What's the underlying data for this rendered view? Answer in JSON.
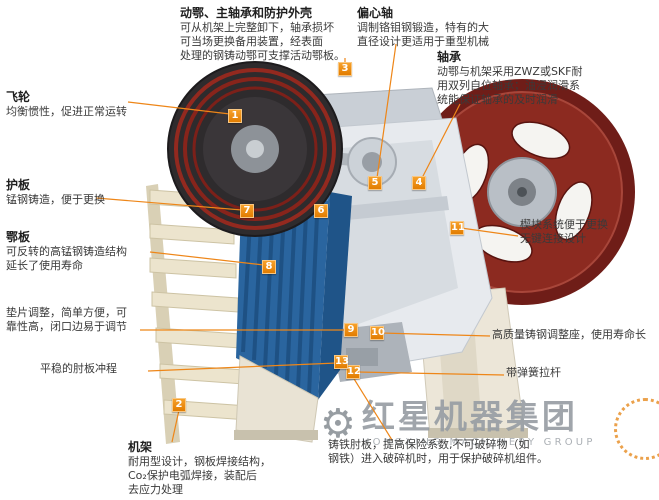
{
  "colors": {
    "accent_orange": "#ee8618",
    "callout_orange": "#e27c00",
    "flywheel_red": "#8c2a20",
    "jaw_blue": "#2a659f",
    "watermark_gray": "#989ea4",
    "text": "#3a3a3a"
  },
  "icons": {
    "gear": "⚙"
  },
  "annotations": {
    "moving_jaw": {
      "title": "动鄂、主轴承和防护外壳",
      "body": "可从机架上完整卸下，轴承损坏\n可当场更换备用装置，经表面\n处理的钢铸动鄂可支撑活动鄂板。"
    },
    "eccentric_shaft": {
      "title": "偏心轴",
      "body": "调制铬钼钢锻造，特有的大\n直径设计更适用于重型机械"
    },
    "bearing": {
      "title": "轴承",
      "body": "动鄂与机架采用ZWZ或SKF耐\n用双列自位轴承；油浸润滑系\n统能保证轴承的及时润滑"
    },
    "flywheel": {
      "title": "飞轮",
      "body": "均衡惯性，促进正常运转"
    },
    "guard_plate": {
      "title": "护板",
      "body": "锰钢铸造，便于更换"
    },
    "jaw_plate": {
      "title": "鄂板",
      "body": "可反转的高锰钢铸造结构\n延长了使用寿命"
    },
    "shim": {
      "body": "垫片调整，简单方便，可\n靠性高，闭口边易于调节"
    },
    "toggle_stroke": {
      "body": "平稳的肘板冲程"
    },
    "frame": {
      "title": "机架",
      "body": "耐用型设计，钢板焊接结构，\nCo₂保护电弧焊接，装配后\n去应力处理"
    },
    "wedge": {
      "body": "楔块系统便于更换\n无键连接设计"
    },
    "adjust_seat": {
      "body": "高质量铸钢调整座，使用寿命长"
    },
    "spring_rod": {
      "body": "带弹簧拉杆"
    },
    "toggle_plate": {
      "body": "铸铁肘板，提高保险系数,不可破碎物（如\n钢铁）进入破碎机时，用于保护破碎机组件。"
    }
  },
  "callouts": {
    "c1": "1",
    "c2": "2",
    "c3": "3",
    "c4": "4",
    "c5": "5",
    "c6": "6",
    "c7": "7",
    "c8": "8",
    "c9": "9",
    "c10": "10",
    "c11": "11",
    "c12": "12",
    "c13": "13"
  },
  "watermark": {
    "cn": "红星机器集团",
    "en": "HONGXING MACHINERY GROUP"
  }
}
